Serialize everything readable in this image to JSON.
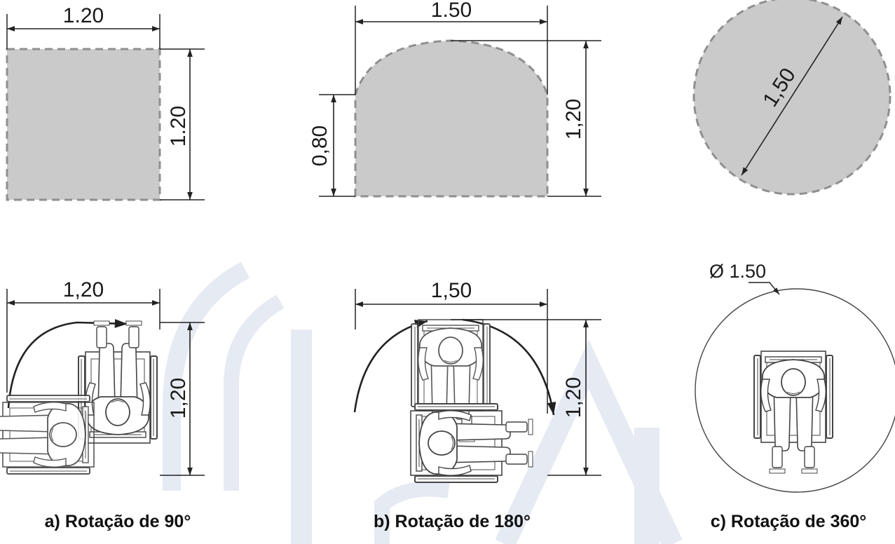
{
  "colors": {
    "fill_area": "#cacaca",
    "dash_edge": "#8f8f8f",
    "line": "#222222",
    "watermark": "#dde3ef",
    "figure_line": "#444444"
  },
  "panel_a": {
    "top_width": "1.20",
    "top_height": "1.20",
    "bottom_width": "1,20",
    "bottom_height": "1,20",
    "caption": "a) Rotação de 90°"
  },
  "panel_b": {
    "top_width": "1.50",
    "top_height": "1,20",
    "top_side": "0,80",
    "bottom_width": "1,50",
    "bottom_height": "1,20",
    "caption": "b) Rotação de 180°"
  },
  "panel_c": {
    "top_diameter": "1,50",
    "bottom_diameter": "Ø 1.50",
    "caption": "c) Rotação de 360°"
  }
}
